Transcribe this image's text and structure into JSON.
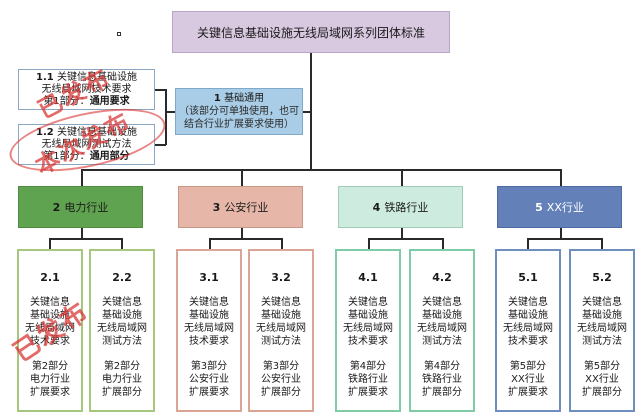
{
  "root": {
    "title": "关键信息基础设施无线局域网系列团体标准"
  },
  "base": {
    "num": "1",
    "title": "基础通用",
    "note_line1": "（该部分可单独使用，也可",
    "note_line2": "结合行业扩展要求使用）"
  },
  "parts": [
    {
      "num": "1.1",
      "line1": "关键信息基础设施",
      "line2": "无线局域网技术要求",
      "line3_prefix": "第1部分：",
      "line3_bold": "通用要求"
    },
    {
      "num": "1.2",
      "line1": "关键信息基础设施",
      "line2": "无线局域网测试方法",
      "line3_prefix": "第1部分：",
      "line3_bold": "通用部分"
    }
  ],
  "industries": [
    {
      "num": "2",
      "label": "电力行业"
    },
    {
      "num": "3",
      "label": "公安行业"
    },
    {
      "num": "4",
      "label": "铁路行业"
    },
    {
      "num": "5",
      "label": "XX行业"
    }
  ],
  "standards": [
    {
      "num": "2.1",
      "l1": "关键信息",
      "l2": "基础设施",
      "l3": "无线局域网",
      "l4": "技术要求",
      "p1": "第2部分",
      "p2": "电力行业",
      "p3": "扩展要求"
    },
    {
      "num": "2.2",
      "l1": "关键信息",
      "l2": "基础设施",
      "l3": "无线局域网",
      "l4": "测试方法",
      "p1": "第2部分",
      "p2": "电力行业",
      "p3": "扩展部分"
    },
    {
      "num": "3.1",
      "l1": "关键信息",
      "l2": "基础设施",
      "l3": "无线局域网",
      "l4": "技术要求",
      "p1": "第3部分",
      "p2": "公安行业",
      "p3": "扩展要求"
    },
    {
      "num": "3.2",
      "l1": "关键信息",
      "l2": "基础设施",
      "l3": "无线局域网",
      "l4": "测试方法",
      "p1": "第3部分",
      "p2": "公安行业",
      "p3": "扩展部分"
    },
    {
      "num": "4.1",
      "l1": "关键信息",
      "l2": "基础设施",
      "l3": "无线局域网",
      "l4": "技术要求",
      "p1": "第4部分",
      "p2": "铁路行业",
      "p3": "扩展要求"
    },
    {
      "num": "4.2",
      "l1": "关键信息",
      "l2": "基础设施",
      "l3": "无线局域网",
      "l4": "测试方法",
      "p1": "第4部分",
      "p2": "铁路行业",
      "p3": "扩展部分"
    },
    {
      "num": "5.1",
      "l1": "关键信息",
      "l2": "基础设施",
      "l3": "无线局域网",
      "l4": "技术要求",
      "p1": "第5部分",
      "p2": "XX行业",
      "p3": "扩展要求"
    },
    {
      "num": "5.2",
      "l1": "关键信息",
      "l2": "基础设施",
      "l3": "无线局域网",
      "l4": "测试方法",
      "p1": "第5部分",
      "p2": "XX行业",
      "p3": "扩展部分"
    }
  ],
  "stamps": {
    "published": "已发布",
    "draft": "本次发布"
  },
  "colors": {
    "root": "#d8c8e0",
    "base": "#a9cde6",
    "power": "#5fa350",
    "police": "#e6b7a8",
    "railway": "#cdebdf",
    "xx": "#6381b8",
    "stamp": "#d8322f"
  }
}
